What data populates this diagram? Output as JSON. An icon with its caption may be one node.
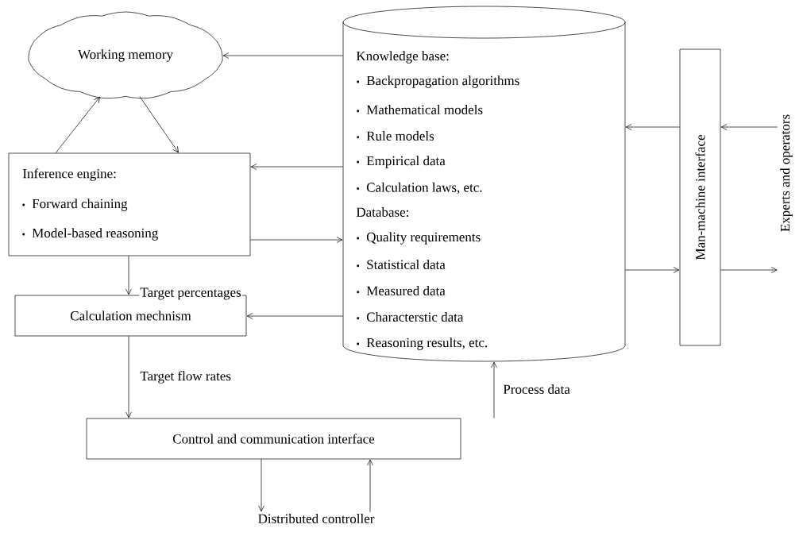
{
  "diagram": {
    "nodes": [
      {
        "text": [
          "Working memory"
        ]
      },
      {
        "text": [
          "Inference engine:",
          "Forward chaining",
          "Model-based reasoning"
        ]
      },
      {
        "text": [
          "Calculation mechnism"
        ]
      },
      {
        "text": [
          "Control and communication interface"
        ]
      },
      {
        "text": [
          "Distributed controller"
        ]
      },
      {
        "text": [
          "Knowledge base:",
          "Backpropagation algorithms",
          "Mathematical models",
          "Rule models",
          "Empirical data",
          "Calculation laws, etc.",
          "Database:",
          "Quality requirements",
          "Statistical data",
          "Measured data",
          "Characterstic data",
          "Reasoning results, etc."
        ]
      },
      {
        "text": [
          "Man-machine interface"
        ]
      },
      {
        "text": [
          "Experts and operators"
        ]
      }
    ],
    "edges": [
      {
        "from": 5,
        "to": 0,
        "arrow": "to"
      },
      {
        "from": 0,
        "to": 1,
        "arrow": "to"
      },
      {
        "from": 1,
        "to": 0,
        "arrow": "to"
      },
      {
        "from": 5,
        "to": 1,
        "arrow": "to"
      },
      {
        "from": 1,
        "to": 5,
        "arrow": "to"
      },
      {
        "from": 1,
        "to": 2,
        "arrow": "to",
        "label": "Target percentages"
      },
      {
        "from": 5,
        "to": 2,
        "arrow": "to"
      },
      {
        "from": 2,
        "to": 3,
        "arrow": "to",
        "label": "Target flow rates"
      },
      {
        "from": 3,
        "to": 5,
        "arrow": "to",
        "label": "Process data"
      },
      {
        "from": 3,
        "to": 4,
        "arrow": "to"
      },
      {
        "from": 4,
        "to": 3,
        "arrow": "to"
      },
      {
        "from": 6,
        "to": 5,
        "arrow": "to"
      },
      {
        "from": 7,
        "to": 6,
        "arrow": "to"
      },
      {
        "from": 5,
        "to": 6,
        "arrow": "to"
      },
      {
        "from": 6,
        "to": 7,
        "arrow": "to"
      }
    ]
  }
}
